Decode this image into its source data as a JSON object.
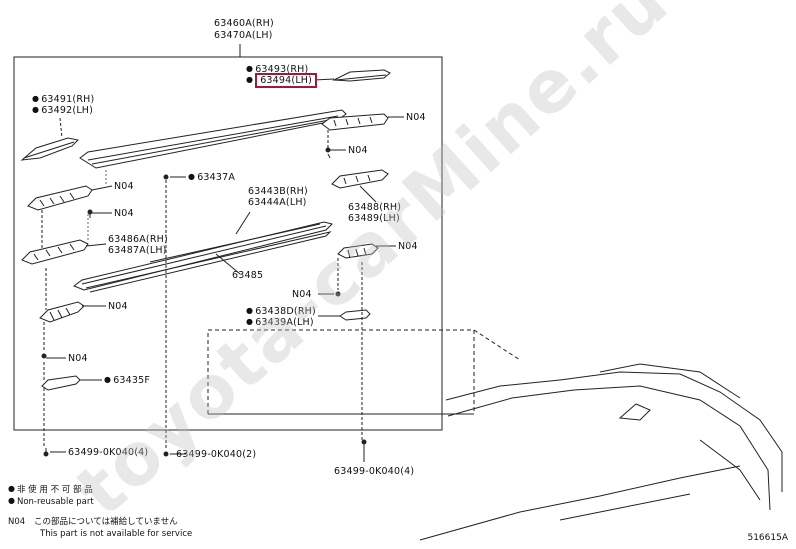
{
  "diagram": {
    "assembly_label_rh": "63460A(RH)",
    "assembly_label_lh": "63470A(LH)",
    "parts": {
      "p63493": "63493(RH)",
      "p63494": "63494(LH)",
      "p63491": "63491(RH)",
      "p63492": "63492(LH)",
      "p63437A": "63437A",
      "p63443B": "63443B(RH)",
      "p63444A": "63444A(LH)",
      "p63486A": "63486A(RH)",
      "p63487A": "63487A(LH)",
      "p63485": "63485",
      "p63488": "63488(RH)",
      "p63489": "63489(LH)",
      "p63438D": "63438D(RH)",
      "p63439A": "63439A(LH)",
      "p63435F": "63435F",
      "bolt1": "63499-0K040(4)",
      "bolt2": "63499-0K040(2)",
      "bolt3": "63499-0K040(4)"
    },
    "n04": "N04",
    "legend": {
      "jp_nonreusable": "非 使 用 不 可 部 品",
      "en_nonreusable": "Non-reusable part",
      "n04_code": "N04",
      "jp_not_available": "この部品については補給していません",
      "en_not_available": "This part is not available for service"
    },
    "figure_id": "516615A",
    "watermark": "toyota-carMine.ru",
    "highlight_color": "#a3183a"
  }
}
